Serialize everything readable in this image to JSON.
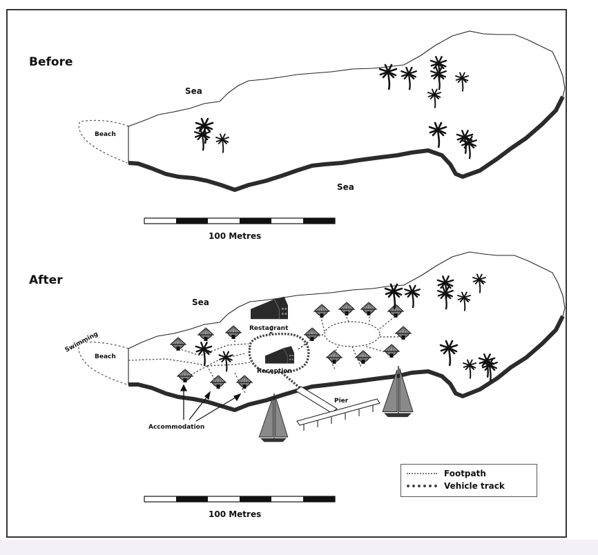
{
  "maps": {
    "before": {
      "title": "Before",
      "labels": {
        "sea_top": "Sea",
        "sea_bottom": "Sea",
        "beach": "Beach"
      },
      "palm_count": 13,
      "scale": {
        "label": "100 Metres",
        "segments": 6
      }
    },
    "after": {
      "title": "After",
      "labels": {
        "sea_top": "Sea",
        "swimming": "Swimming",
        "beach": "Beach",
        "restaurant": "Restaurant",
        "reception": "Reception",
        "pier": "Pier",
        "accommodation": "Accommodation"
      },
      "hut_count": 16,
      "boat_count": 2,
      "scale": {
        "label": "100 Metres",
        "segments": 6
      }
    }
  },
  "legend": {
    "items": [
      {
        "label": "Footpath",
        "style": "dotted-thin"
      },
      {
        "label": "Vehicle track",
        "style": "dotted-thick"
      }
    ]
  },
  "colors": {
    "ink": "#111111",
    "coast_shadow": "#2b2b2b",
    "building": "#2a2a2a",
    "sail": "#8a8a8a",
    "hut_roof": "#9a9a9a",
    "footer_band": "#f3f1f6"
  }
}
